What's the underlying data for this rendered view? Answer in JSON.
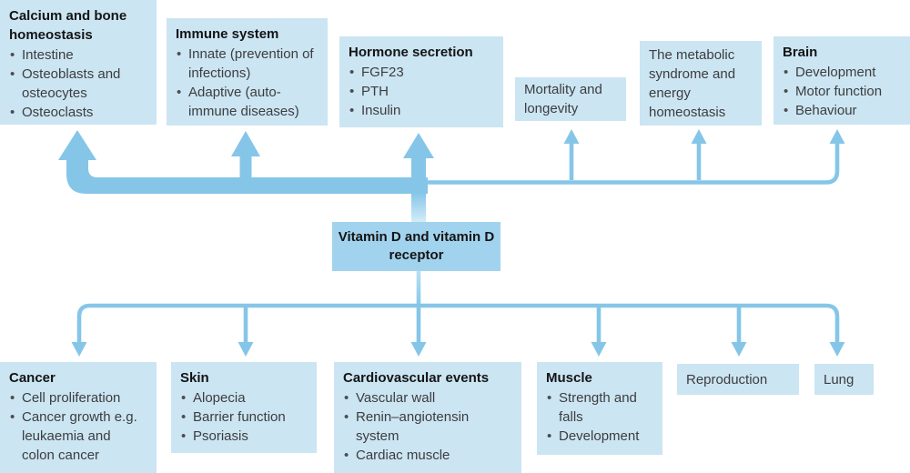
{
  "center": {
    "title": "Vitamin D and vitamin D receptor"
  },
  "top_boxes": [
    {
      "title": "Calcium and bone homeostasis",
      "items": [
        "Intestine",
        "Osteoblasts and osteocytes",
        "Osteoclasts"
      ]
    },
    {
      "title": "Immune system",
      "items": [
        "Innate (prevention of infections)",
        "Adaptive (auto-immune diseases)"
      ]
    },
    {
      "title": "Hormone secretion",
      "items": [
        "FGF23",
        "PTH",
        "Insulin"
      ]
    },
    {
      "title": "Mortality and longevity",
      "items": []
    },
    {
      "title": "The metabolic syndrome and energy homeostasis",
      "items": []
    },
    {
      "title": "Brain",
      "items": [
        "Development",
        "Motor function",
        "Behaviour"
      ]
    }
  ],
  "bottom_boxes": [
    {
      "title": "Cancer",
      "items": [
        "Cell proliferation",
        "Cancer growth e.g. leukaemia and colon cancer"
      ]
    },
    {
      "title": "Skin",
      "items": [
        "Alopecia",
        "Barrier function",
        "Psoriasis"
      ]
    },
    {
      "title": "Cardiovascular events",
      "items": [
        "Vascular wall",
        "Renin–angiotensin system",
        "Cardiac muscle"
      ]
    },
    {
      "title": "Muscle",
      "items": [
        "Strength and falls",
        "Development"
      ]
    },
    {
      "title": "Reproduction",
      "items": []
    },
    {
      "title": "Lung",
      "items": []
    }
  ],
  "colors": {
    "box_fill": "#cbe5f3",
    "center_fill": "#a2d3ee",
    "arrow": "#85c6e8",
    "title": "#141414",
    "text": "#3d3d3d"
  }
}
